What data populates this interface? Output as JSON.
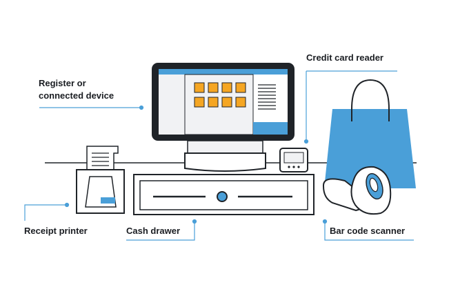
{
  "labels": {
    "register_line1": "Register or",
    "register_line2": "connected device",
    "credit_card_reader": "Credit card reader",
    "receipt_printer": "Receipt printer",
    "cash_drawer": "Cash drawer",
    "bar_code_scanner": "Bar code scanner"
  },
  "colors": {
    "outline": "#1f2328",
    "accent_blue": "#4a9fd8",
    "tile_orange": "#f5a623",
    "screen_gray": "#f1f2f4",
    "leader_line": "#4a9fd8"
  },
  "icons": {
    "register": "pos-monitor-icon",
    "card_reader": "card-reader-icon",
    "printer": "receipt-printer-icon",
    "drawer": "cash-drawer-icon",
    "scanner": "barcode-scanner-icon",
    "bag": "shopping-bag-icon"
  }
}
